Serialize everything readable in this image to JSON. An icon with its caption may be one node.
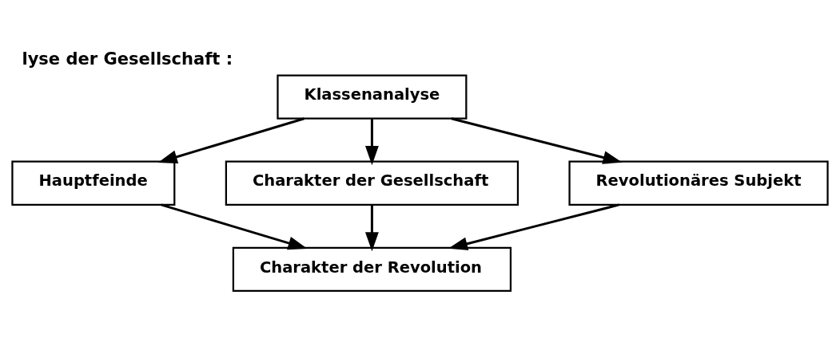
{
  "diagram": {
    "title": "lyse der Gesellschaft :",
    "nodes": [
      {
        "text": [
          "Klassenanalyse"
        ]
      },
      {
        "text": [
          "Hauptfeinde"
        ]
      },
      {
        "text": [
          "Charakter der Gesellschaft"
        ]
      },
      {
        "text": [
          "Revolutionäres Subjekt"
        ]
      },
      {
        "text": [
          "Charakter der Revolution"
        ]
      }
    ],
    "edges": [
      {
        "from": 0,
        "to": 1,
        "arrow": "to"
      },
      {
        "from": 0,
        "to": 2,
        "arrow": "to"
      },
      {
        "from": 0,
        "to": 3,
        "arrow": "to"
      },
      {
        "from": 1,
        "to": 4,
        "arrow": "to"
      },
      {
        "from": 2,
        "to": 4,
        "arrow": "to"
      },
      {
        "from": 3,
        "to": 4,
        "arrow": "to"
      }
    ]
  }
}
